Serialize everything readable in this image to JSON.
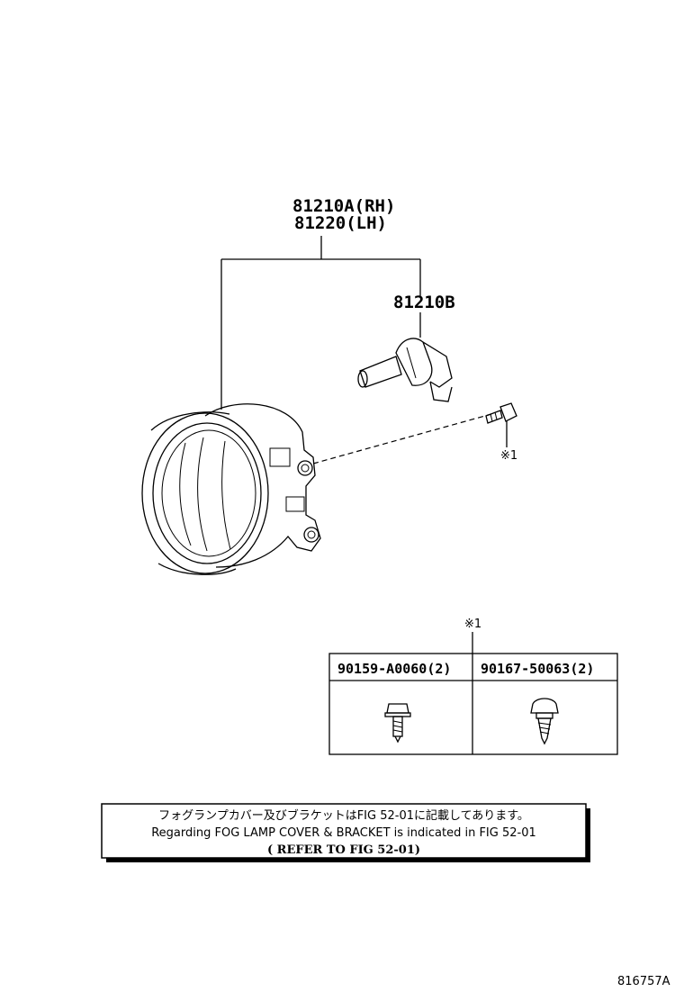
{
  "parts": {
    "assembly_rh": "81210A(RH)",
    "assembly_lh": "81220(LH)",
    "bulb": "81210B",
    "screw_ref": "※1"
  },
  "table": {
    "ref_mark": "※1",
    "columns": [
      "90159-A0060(2)",
      "90167-50063(2)"
    ]
  },
  "note": {
    "japanese": "フォグランプカバー及びブラケットはFIG 52-01に記載してあります。",
    "english": "Regarding FOG LAMP COVER & BRACKET is indicated in FIG 52-01",
    "refer": "( REFER TO FIG 52-01)"
  },
  "catalog_number": "816757A"
}
